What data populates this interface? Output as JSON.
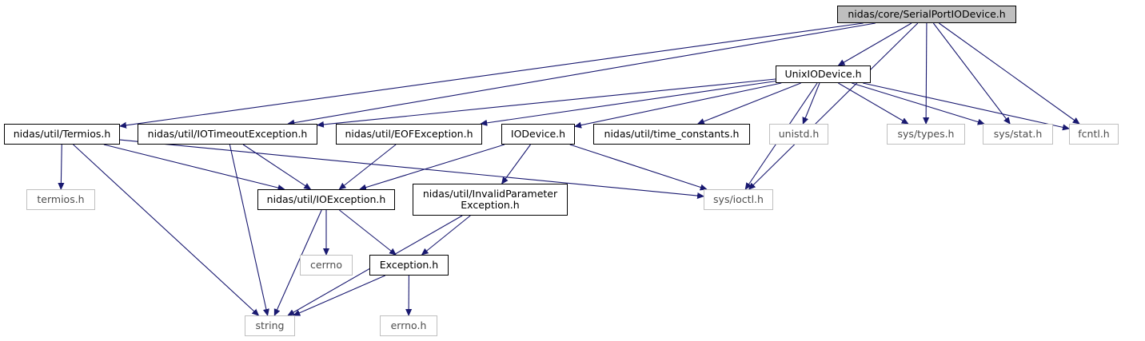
{
  "graph": {
    "colors": {
      "edge": "#191970",
      "internal_border": "#000000",
      "external_border": "#bfbfbf",
      "root_fill": "#bfbfbf"
    },
    "nodes": {
      "root": {
        "label": "nidas/core/SerialPortIODevice.h",
        "kind": "root"
      },
      "unixio": {
        "label": "UnixIODevice.h",
        "kind": "internal"
      },
      "termios_h": {
        "label": "nidas/util/Termios.h",
        "kind": "internal"
      },
      "iotimeout": {
        "label": "nidas/util/IOTimeoutException.h",
        "kind": "internal"
      },
      "eofexc": {
        "label": "nidas/util/EOFException.h",
        "kind": "internal"
      },
      "iodevice": {
        "label": "IODevice.h",
        "kind": "internal"
      },
      "timeconst": {
        "label": "nidas/util/time_constants.h",
        "kind": "internal"
      },
      "unistd": {
        "label": "unistd.h",
        "kind": "external"
      },
      "systypes": {
        "label": "sys/types.h",
        "kind": "external"
      },
      "sysstat": {
        "label": "sys/stat.h",
        "kind": "external"
      },
      "fcntl": {
        "label": "fcntl.h",
        "kind": "external"
      },
      "termios_sys": {
        "label": "termios.h",
        "kind": "external"
      },
      "ioexc": {
        "label": "nidas/util/IOException.h",
        "kind": "internal"
      },
      "invparam": {
        "label": "nidas/util/InvalidParameter\nException.h",
        "kind": "internal"
      },
      "sysioctl": {
        "label": "sys/ioctl.h",
        "kind": "external"
      },
      "cerrno": {
        "label": "cerrno",
        "kind": "external"
      },
      "exception": {
        "label": "Exception.h",
        "kind": "internal"
      },
      "string": {
        "label": "string",
        "kind": "external"
      },
      "errno": {
        "label": "errno.h",
        "kind": "external"
      }
    },
    "edges": [
      [
        "root",
        "unixio"
      ],
      [
        "root",
        "termios_h"
      ],
      [
        "root",
        "iotimeout"
      ],
      [
        "root",
        "systypes"
      ],
      [
        "root",
        "sysstat"
      ],
      [
        "root",
        "fcntl"
      ],
      [
        "root",
        "sysioctl"
      ],
      [
        "unixio",
        "iotimeout"
      ],
      [
        "unixio",
        "eofexc"
      ],
      [
        "unixio",
        "iodevice"
      ],
      [
        "unixio",
        "timeconst"
      ],
      [
        "unixio",
        "unistd"
      ],
      [
        "unixio",
        "systypes"
      ],
      [
        "unixio",
        "sysstat"
      ],
      [
        "unixio",
        "fcntl"
      ],
      [
        "unixio",
        "sysioctl"
      ],
      [
        "termios_h",
        "termios_sys"
      ],
      [
        "termios_h",
        "ioexc"
      ],
      [
        "termios_h",
        "sysioctl"
      ],
      [
        "termios_h",
        "string"
      ],
      [
        "iotimeout",
        "ioexc"
      ],
      [
        "iotimeout",
        "string"
      ],
      [
        "eofexc",
        "ioexc"
      ],
      [
        "iodevice",
        "ioexc"
      ],
      [
        "iodevice",
        "invparam"
      ],
      [
        "iodevice",
        "sysioctl"
      ],
      [
        "ioexc",
        "cerrno"
      ],
      [
        "ioexc",
        "exception"
      ],
      [
        "ioexc",
        "string"
      ],
      [
        "invparam",
        "exception"
      ],
      [
        "invparam",
        "string"
      ],
      [
        "exception",
        "string"
      ],
      [
        "exception",
        "errno"
      ]
    ]
  }
}
